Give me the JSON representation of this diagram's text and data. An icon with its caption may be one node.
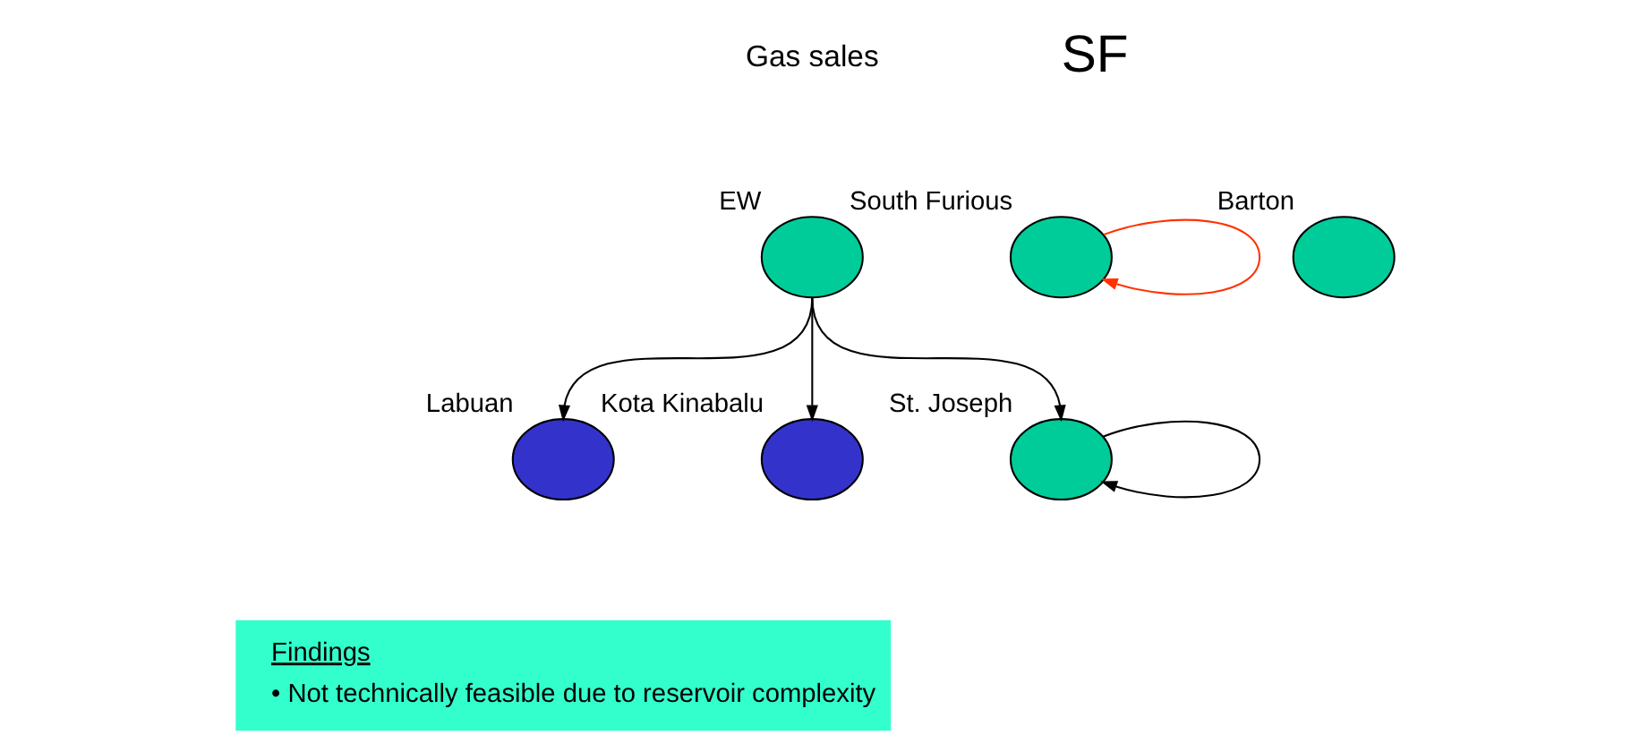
{
  "diagram": {
    "nodes": [
      {
        "text": [],
        "shape": "circle",
        "beside": [
          "EW"
        ]
      },
      {
        "text": [],
        "shape": "circle",
        "beside": [
          "Labuan"
        ]
      },
      {
        "text": [],
        "shape": "circle",
        "beside": [
          "Kota Kinabalu"
        ]
      },
      {
        "text": [],
        "shape": "circle",
        "beside": [
          "St. Joseph"
        ]
      },
      {
        "text": [],
        "shape": "circle",
        "beside": [
          "South Furious"
        ]
      },
      {
        "text": [],
        "shape": "circle",
        "beside": [
          "Barton"
        ]
      },
      {
        "text": [
          "Findings",
          "• Not technically feasible due to reservoir complexity"
        ]
      }
    ],
    "edges": [
      {
        "from": 0,
        "to": 1,
        "arrow": "to"
      },
      {
        "from": 0,
        "to": 2,
        "arrow": "to"
      },
      {
        "from": 0,
        "to": 3,
        "arrow": "to"
      },
      {
        "from": 3,
        "to": 3,
        "arrow": "to"
      },
      {
        "from": 4,
        "to": 4,
        "arrow": "to",
        "color": "#ff3300"
      }
    ],
    "labels": [
      "SF",
      "Gas sales"
    ]
  }
}
